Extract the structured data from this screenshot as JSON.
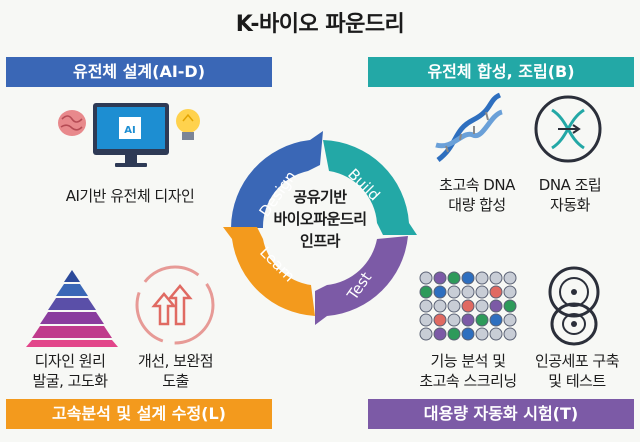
{
  "title": "K-바이오 파운드리",
  "bands": {
    "design": "유전체 설계(AI-D)",
    "build": "유전체 합성, 조립(B)",
    "learn": "고속분석 및 설계 수정(L)",
    "test": "대용량 자동화 시험(T)"
  },
  "labels": {
    "ai_design": "AI기반 유전체 디자인",
    "dna_synth_1": "초고속 DNA",
    "dna_synth_2": "대량 합성",
    "dna_assembly_1": "DNA 조립",
    "dna_assembly_2": "자동화",
    "principle_1": "디자인 원리",
    "principle_2": "발굴, 고도화",
    "improve_1": "개선, 보완점",
    "improve_2": "도출",
    "func_analysis_1": "기능 분석 및",
    "func_analysis_2": "초고속 스크리닝",
    "artificial_cell_1": "인공세포 구축",
    "artificial_cell_2": "및 테스트"
  },
  "cycle": {
    "design": "Design",
    "build": "Build",
    "test": "Test",
    "learn": "Learn",
    "colors": {
      "design": "#3a67b6",
      "build": "#23a8a6",
      "test": "#7c5aa6",
      "learn": "#f39a1d"
    }
  },
  "center": {
    "line1": "공유기반",
    "line2": "바이오파운드리",
    "line3": "인프라"
  }
}
